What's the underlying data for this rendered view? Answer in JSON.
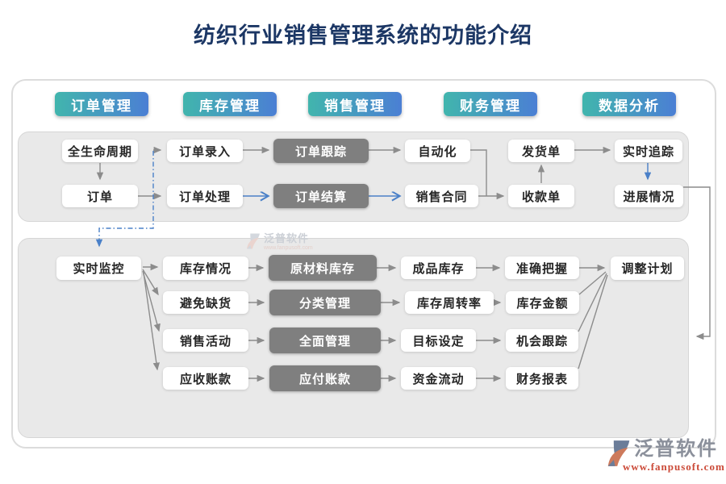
{
  "page": {
    "title": "纺织行业销售管理系统的功能介绍"
  },
  "tabs": [
    {
      "label": "订单管理"
    },
    {
      "label": "库存管理"
    },
    {
      "label": "销售管理"
    },
    {
      "label": "财务管理"
    },
    {
      "label": "数据分析"
    }
  ],
  "nodes": {
    "lifecycle": "全生命周期",
    "order_entry": "订单录入",
    "order_tracking": "订单跟踪",
    "automation": "自动化",
    "delivery_note": "发货单",
    "realtime_trace": "实时追踪",
    "order": "订单",
    "order_processing": "订单处理",
    "order_settlement": "订单结算",
    "sales_contract": "销售合同",
    "receipt_note": "收款单",
    "progress_status": "进展情况",
    "realtime_monitor": "实时监控",
    "inventory_status": "库存情况",
    "raw_material_inventory": "原材料库存",
    "finished_inventory": "成品库存",
    "accurate_grasp": "准确把握",
    "adjust_plan": "调整计划",
    "avoid_shortage": "避免缺货",
    "classification_mgmt": "分类管理",
    "inventory_turnover": "库存周转率",
    "inventory_amount": "库存金额",
    "sales_activity": "销售活动",
    "overall_mgmt": "全面管理",
    "goal_setting": "目标设定",
    "opportunity_tracking": "机会跟踪",
    "accounts_receivable": "应收账款",
    "accounts_payable": "应付账款",
    "capital_flow": "资金流动",
    "financial_report": "财务报表"
  },
  "watermark": {
    "brand": "泛普软件",
    "url": "www.fanpusoft.com",
    "logo_icon": "fanpu-logo"
  },
  "footer": {
    "brand": "泛普软件",
    "url": "www.fanpusoft.com",
    "logo_icon": "fanpu-logo"
  },
  "colors": {
    "title": "#1c3765",
    "tab_gradient_left": "#41b5ad",
    "tab_gradient_right": "#4b7fd4",
    "panel_bg": "#e9e9e9",
    "node_dark": "#7f7f7f",
    "arrow_gray": "#8c8c8c",
    "arrow_blue": "#4a80c8",
    "footer_url_red": "#cb4a38"
  }
}
